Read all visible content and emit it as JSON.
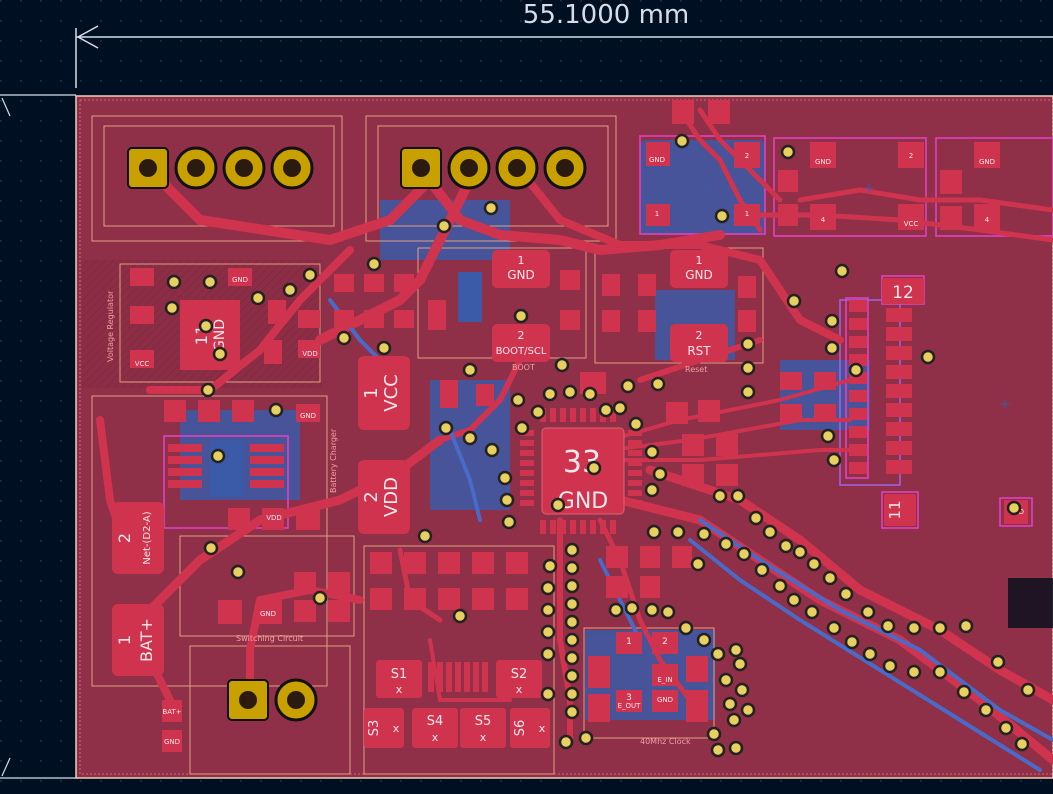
{
  "viewer": {
    "type": "PCB editor canvas",
    "background_color": "#001023",
    "board_color": "#8f2f48",
    "copper_color": "#d0334e",
    "back_copper_color": "#3b5aa8",
    "silkscreen_color": "#f0d0b0",
    "pad_color": "#c8a000",
    "via_color": "#e8d060"
  },
  "dimension": {
    "label": "55.1000 mm"
  },
  "headers": [
    {
      "name": "header-left",
      "pins": 4
    },
    {
      "name": "header-mid",
      "pins": 4
    }
  ],
  "sections": {
    "voltage_regulator": "Voltage Regulator",
    "battery_charger": "Battery Charger",
    "switching_circuit": "Switching Circuit",
    "reset": "Reset",
    "clock": "40Mhz Clock",
    "boot": "BOOT"
  },
  "big_pads": {
    "vcc": {
      "num": "1",
      "label": "VCC"
    },
    "vdd": {
      "num": "2",
      "label": "VDD"
    },
    "net_d2a": {
      "num": "2",
      "label": "Net-(D2-A)"
    },
    "bat_plus": {
      "num": "1",
      "label": "BAT+"
    },
    "gnd_boot": {
      "num": "1",
      "label": "GND"
    },
    "boot_scl": {
      "num": "2",
      "label": "BOOT/SCL"
    },
    "gnd_reset": {
      "num": "1",
      "label": "GND"
    },
    "rst": {
      "num": "2",
      "label": "RST"
    },
    "mcu_center": {
      "num": "33",
      "label": "GND"
    },
    "conn_top": {
      "num": "12"
    },
    "conn_bot": {
      "num": "11"
    },
    "reg_gnd": {
      "num": "11",
      "label": "GND"
    }
  },
  "switches": [
    {
      "num": "S1",
      "mark": "x"
    },
    {
      "num": "S2",
      "mark": "x"
    },
    {
      "num": "S3",
      "mark": "x"
    },
    {
      "num": "S4",
      "mark": "x"
    },
    {
      "num": "S5",
      "mark": "x"
    },
    {
      "num": "S6",
      "mark": "x"
    }
  ],
  "small_labels": {
    "gnd": "GND",
    "vcc": "VCC",
    "vdd": "VDD",
    "bat": "BAT",
    "bat_plus": "BAT+",
    "one": "1",
    "two": "2",
    "three": "3",
    "four": "4",
    "e_in": "E_IN",
    "e_out": "E_OUT",
    "clock_gnd": "GND"
  }
}
